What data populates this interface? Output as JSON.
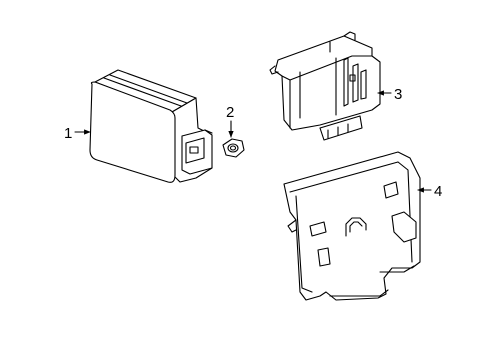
{
  "callouts": [
    {
      "id": "1",
      "label": "1"
    },
    {
      "id": "2",
      "label": "2"
    },
    {
      "id": "3",
      "label": "3"
    },
    {
      "id": "4",
      "label": "4"
    }
  ],
  "parts": [
    {
      "callout": "1",
      "icon": "radar-sensor-module-icon"
    },
    {
      "callout": "2",
      "icon": "hex-nut-icon"
    },
    {
      "callout": "3",
      "icon": "control-module-icon"
    },
    {
      "callout": "4",
      "icon": "mounting-bracket-icon"
    }
  ],
  "colors": {
    "line": "#000000",
    "background": "#ffffff"
  }
}
